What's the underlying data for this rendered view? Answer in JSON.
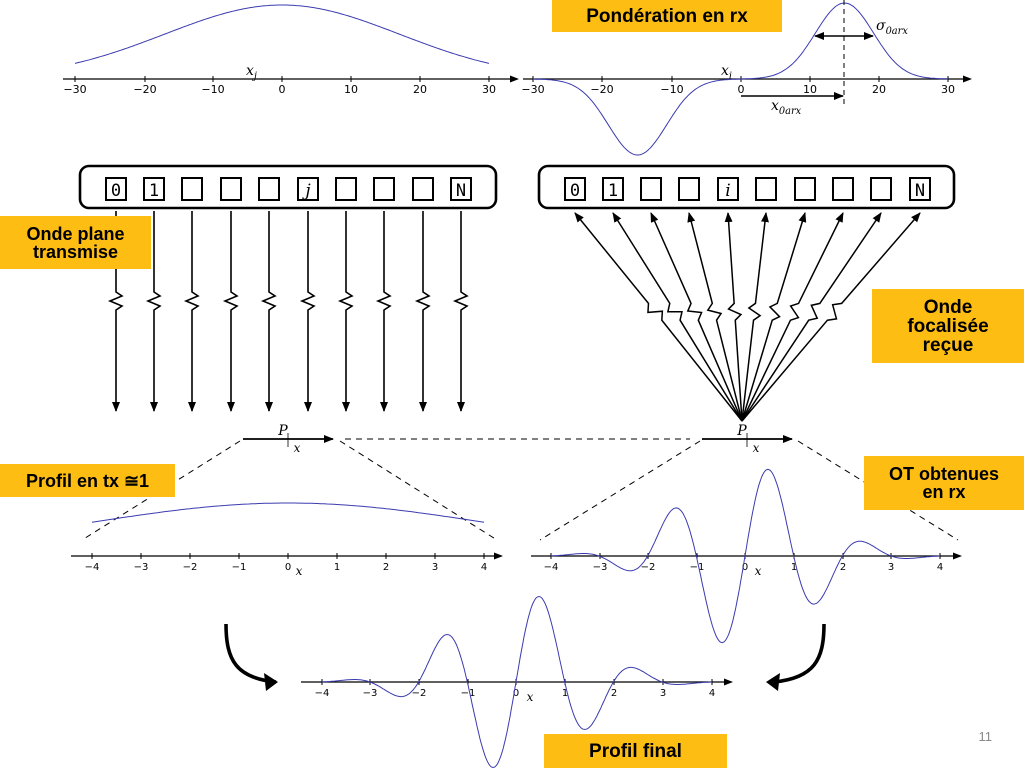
{
  "labels": {
    "weighting_rx": "Pondération en rx",
    "plane_wave_tx": "Onde plane\ntransmise",
    "focused_wave_rx": "Onde\nfocalisée\nreçue",
    "profile_tx": "Profil en tx ≅1",
    "ot_rx": "OT obtenues\nen rx",
    "final_profile": "Profil final"
  },
  "math": {
    "xj": "x",
    "xj_sub": "j",
    "xi": "x",
    "xi_sub": "i",
    "sigma": "σ",
    "sigma_sub": "0arx",
    "x0": "x",
    "x0_sub": "0arx",
    "P": "P",
    "x": "x"
  },
  "arrays": {
    "tx_elements": [
      "0",
      "1",
      "",
      "",
      "",
      "j",
      "",
      "",
      "",
      "N"
    ],
    "rx_elements": [
      "0",
      "1",
      "",
      "",
      "i",
      "",
      "",
      "",
      "",
      "N"
    ]
  },
  "axes": {
    "top_ticks": [
      "−30",
      "−20",
      "−10",
      "0",
      "10",
      "20",
      "30"
    ],
    "bottom_ticks": [
      "−4",
      "−3",
      "−2",
      "−1",
      "0",
      "1",
      "2",
      "3",
      "4"
    ]
  },
  "slide_number": "11",
  "colors": {
    "curve": "#3b3bb0",
    "label_bg": "#fdbd13"
  }
}
